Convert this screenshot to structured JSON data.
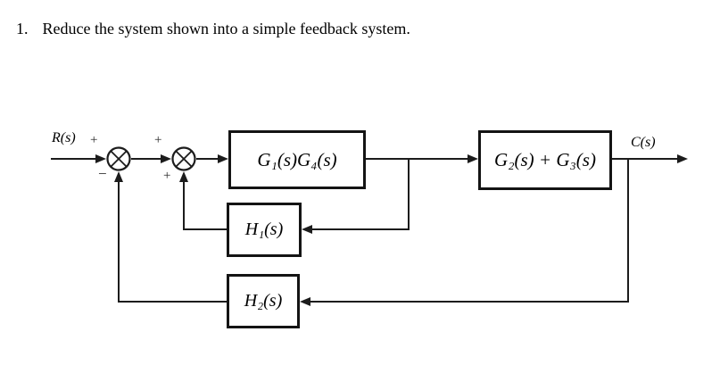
{
  "title": {
    "number": "1.",
    "text": "Reduce the system shown into a simple feedback system."
  },
  "diagram": {
    "input_label": "R(s)",
    "output_label": "C(s)",
    "summing_junction_1": {
      "top_sign": "+",
      "bottom_sign": "−"
    },
    "summing_junction_2": {
      "top_sign": "+",
      "bottom_sign": "+"
    },
    "blocks": {
      "forward_1": "G₁(s)G₄(s)",
      "forward_2": "G₂(s) + G₃(s)",
      "feedback_1": "H₁(s)",
      "feedback_2": "H₂(s)"
    },
    "colors": {
      "line": "#1c1c1c",
      "text": "#000000",
      "background": "#ffffff"
    }
  }
}
